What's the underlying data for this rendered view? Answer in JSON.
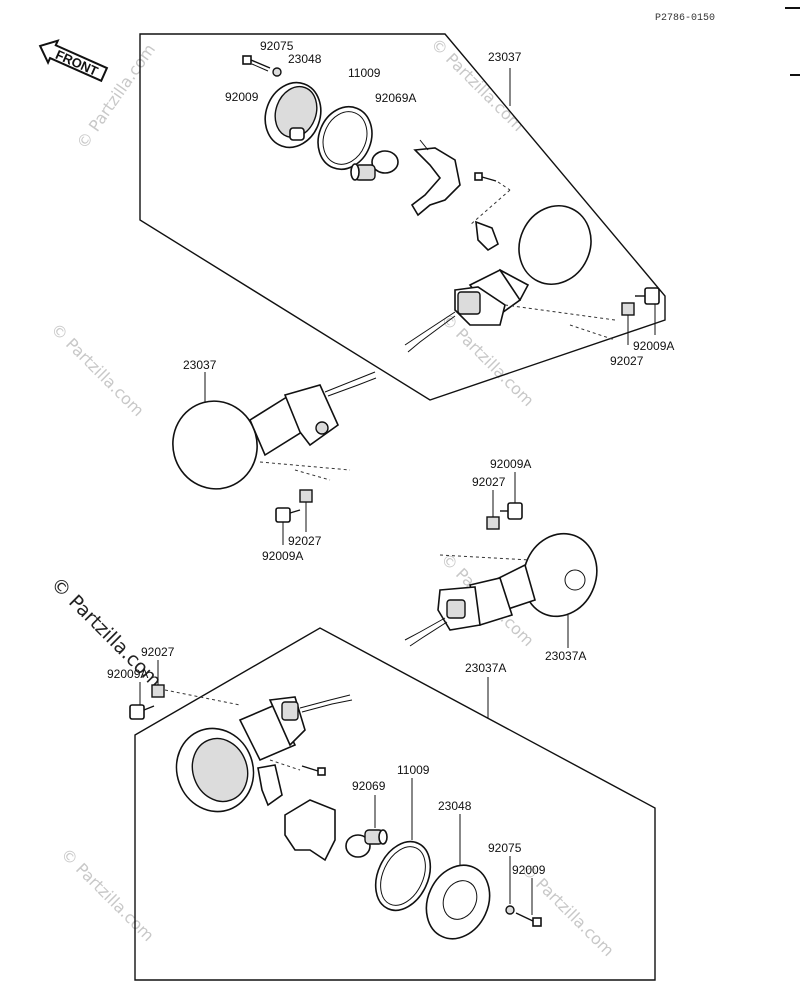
{
  "diagram": {
    "ref_code": "P2786-0150",
    "front_label": "FRONT",
    "watermark": "© Partzilla.com",
    "upper_group": {
      "assembly": "23037",
      "parts": [
        "92075",
        "23048",
        "92009",
        "11009",
        "92069A",
        "92027",
        "92009A"
      ]
    },
    "lone_left": {
      "assembly": "23037",
      "parts": [
        "92027",
        "92009A"
      ]
    },
    "lone_right": {
      "assembly": "23037A",
      "parts": [
        "92009A",
        "92027"
      ]
    },
    "lower_group": {
      "assembly": "23037A",
      "parts": [
        "92027",
        "92009A",
        "92069",
        "11009",
        "23048",
        "92075",
        "92009"
      ]
    }
  }
}
